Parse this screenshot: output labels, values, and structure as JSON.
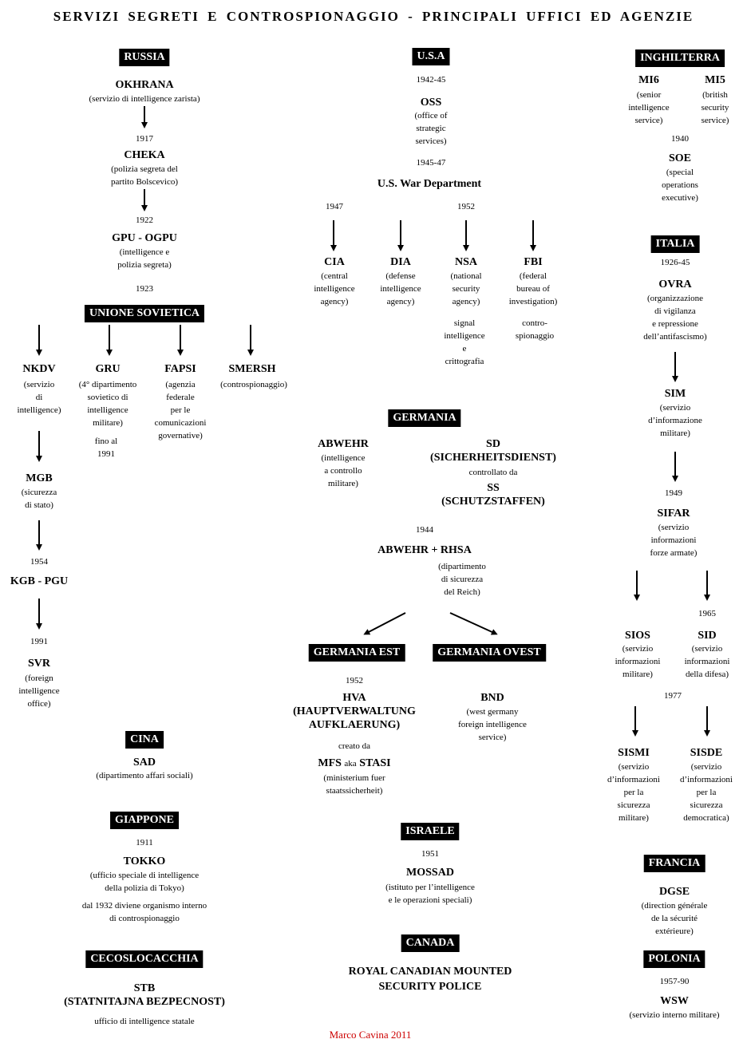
{
  "title": "SERVIZI  SEGRETI  E  CONTROSPIONAGGIO  -  PRINCIPALI  UFFICI  ED  AGENZIE",
  "credit": "Marco Cavina 2011",
  "russia": {
    "header": "RUSSIA",
    "okhrana": "OKHRANA",
    "okhrana_desc": "(servizio di intelligence zarista)",
    "y1917": "1917",
    "cheka": "CHEKA",
    "cheka_desc": "(polizia segreta del\npartito Bolscevico)",
    "y1922": "1922",
    "gpu": "GPU - OGPU",
    "gpu_desc": "(intelligence e\npolizia segreta)",
    "y1923": "1923"
  },
  "soviet": {
    "header": "UNIONE SOVIETICA",
    "nkdv": "NKDV",
    "nkdv_desc": "(servizio\ndi\nintelligence)",
    "gru": "GRU",
    "gru_desc": "(4° dipartimento\nsovietico di\nintelligence\nmilitare)",
    "gru_note": "fino al\n1991",
    "fapsi": "FAPSI",
    "fapsi_desc": "(agenzia\nfederale\nper le\ncomunicazioni\ngovernative)",
    "smersh": "SMERSH",
    "smersh_desc": "(controspionaggio)",
    "mgb": "MGB",
    "mgb_desc": "(sicurezza\ndi stato)",
    "y1954": "1954",
    "kgb": "KGB - PGU",
    "y1991": "1991",
    "svr": "SVR",
    "svr_desc": "(foreign\nintelligence\noffice)"
  },
  "cina": {
    "header": "CINA",
    "sad": "SAD",
    "sad_desc": "(dipartimento affari sociali)"
  },
  "giappone": {
    "header": "GIAPPONE",
    "y1911": "1911",
    "tokko": "TOKKO",
    "tokko_desc": "(ufficio speciale di intelligence\ndella polizia di Tokyo)",
    "tokko_note": "dal 1932 diviene organismo interno\ndi controspionaggio"
  },
  "ceco": {
    "header": "CECOSLOCACCHIA",
    "stb": "STB\n(STATNITAJNA BEZPECNOST)",
    "stb_desc": "ufficio di intelligence statale"
  },
  "usa": {
    "header": "U.S.A",
    "y1942": "1942-45",
    "oss": "OSS",
    "oss_desc": "(office of\nstrategic\nservices)",
    "y1945": "1945-47",
    "war": "U.S. War Department",
    "y1947": "1947",
    "y1952": "1952",
    "cia": "CIA",
    "cia_desc": "(central\nintelligence\nagency)",
    "dia": "DIA",
    "dia_desc": "(defense\nintelligence\nagency)",
    "nsa": "NSA",
    "nsa_desc": "(national\nsecurity\nagency)",
    "nsa_note": "signal\nintelligence\ne\ncrittografia",
    "fbi": "FBI",
    "fbi_desc": "(federal\nbureau of\ninvestigation)",
    "fbi_note": "contro-\nspionaggio"
  },
  "germania": {
    "header": "GERMANIA",
    "abwehr": "ABWEHR",
    "abwehr_desc": "(intelligence\na controllo\nmilitare)",
    "sd": "SD\n(SICHERHEITSDIENST)",
    "controllato": "controllato da",
    "ss": "SS\n(SCHUTZSTAFFEN)",
    "y1944": "1944",
    "abwehr_rhsa": "ABWEHR + RHSA",
    "rhsa_desc": "(dipartimento\ndi sicurezza\ndel Reich)"
  },
  "germania_est": {
    "header": "GERMANIA EST",
    "y1952": "1952",
    "hva": "HVA\n(HAUPTVERWALTUNG\nAUFKLAERUNG)",
    "creato": "creato da",
    "mfs_a": "MFS",
    "mfs_aka": "aka",
    "mfs_b": "STASI",
    "mfs_desc": "(ministerium fuer\nstaatssicherheit)"
  },
  "germania_ovest": {
    "header": "GERMANIA  OVEST",
    "bnd": "BND",
    "bnd_desc": "(west germany\nforeign intelligence\nservice)"
  },
  "israele": {
    "header": "ISRAELE",
    "y1951": "1951",
    "mossad": "MOSSAD",
    "mossad_desc": "(istituto per l’intelligence\ne le operazioni speciali)"
  },
  "canada": {
    "header": "CANADA",
    "rcmp": "ROYAL CANADIAN MOUNTED\nSECURITY POLICE"
  },
  "inghilterra": {
    "header": "INGHILTERRA",
    "mi6": "MI6",
    "mi6_desc": "(senior\nintelligence\nservice)",
    "mi5": "MI5",
    "mi5_desc": "(british\nsecurity\nservice)",
    "y1940": "1940",
    "soe": "SOE",
    "soe_desc": "(special\noperations\nexecutive)"
  },
  "italia": {
    "header": "ITALIA",
    "y1926": "1926-45",
    "ovra": "OVRA",
    "ovra_desc": "(organizzazione\ndi vigilanza\ne repressione\ndell’antifascismo)",
    "sim": "SIM",
    "sim_desc": "(servizio\nd’informazione\nmilitare)",
    "y1949": "1949",
    "sifar": "SIFAR",
    "sifar_desc": "(servizio\ninformazioni\nforze armate)",
    "y1965": "1965",
    "sios": "SIOS",
    "sios_desc": "(servizio\ninformazioni\nmilitare)",
    "sid": "SID",
    "sid_desc": "(servizio\ninformazioni\ndella difesa)",
    "y1977": "1977",
    "sismi": "SISMI",
    "sismi_desc": "(servizio\nd’informazioni\nper la\nsicurezza\nmilitare)",
    "sisde": "SISDE",
    "sisde_desc": "(servizio\nd’informazioni\nper la\nsicurezza\ndemocratica)"
  },
  "francia": {
    "header": "FRANCIA",
    "dgse": "DGSE",
    "dgse_desc": "(direction générale\nde la sécurité extérieure)"
  },
  "polonia": {
    "header": "POLONIA",
    "y1957": "1957-90",
    "wsw": "WSW",
    "wsw_desc": "(servizio interno militare)"
  }
}
